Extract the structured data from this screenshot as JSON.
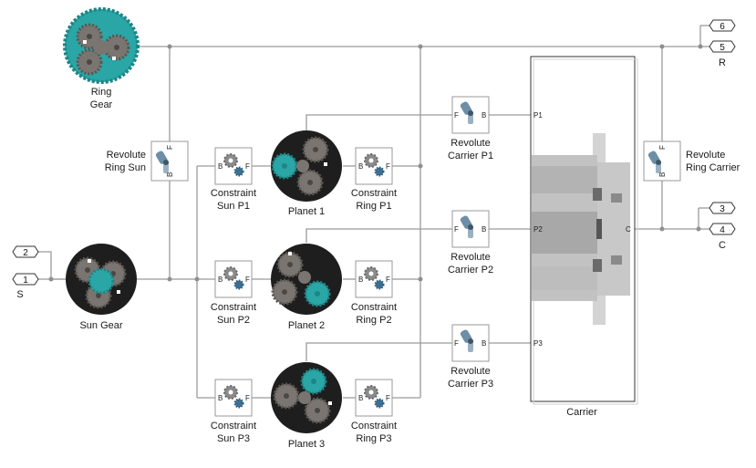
{
  "diagram": {
    "blocks": {
      "ring_gear": {
        "label_line1": "Ring",
        "label_line2": "Gear"
      },
      "sun_gear": {
        "label": "Sun Gear"
      },
      "planet_1": {
        "label": "Planet 1"
      },
      "planet_2": {
        "label": "Planet 2"
      },
      "planet_3": {
        "label": "Planet 3"
      },
      "rev_ring_sun": {
        "label_line1": "Revolute",
        "label_line2": "Ring Sun",
        "port_b": "B",
        "port_f": "F"
      },
      "rev_ring_carrier": {
        "label_line1": "Revolute",
        "label_line2": "Ring Carrier",
        "port_b": "B",
        "port_f": "F"
      },
      "rev_carrier_p1": {
        "label_line1": "Revolute",
        "label_line2": "Carrier P1",
        "port_f": "F",
        "port_b": "B"
      },
      "rev_carrier_p2": {
        "label_line1": "Revolute",
        "label_line2": "Carrier P2",
        "port_f": "F",
        "port_b": "B"
      },
      "rev_carrier_p3": {
        "label_line1": "Revolute",
        "label_line2": "Carrier P3",
        "port_f": "F",
        "port_b": "B"
      },
      "con_sun_p1": {
        "label_line1": "Constraint",
        "label_line2": "Sun P1",
        "port_b": "B",
        "port_f": "F"
      },
      "con_sun_p2": {
        "label_line1": "Constraint",
        "label_line2": "Sun P2",
        "port_b": "B",
        "port_f": "F"
      },
      "con_sun_p3": {
        "label_line1": "Constraint",
        "label_line2": "Sun P3",
        "port_b": "B",
        "port_f": "F"
      },
      "con_ring_p1": {
        "label_line1": "Constraint",
        "label_line2": "Ring P1",
        "port_b": "B",
        "port_f": "F"
      },
      "con_ring_p2": {
        "label_line1": "Constraint",
        "label_line2": "Ring P2",
        "port_b": "B",
        "port_f": "F"
      },
      "con_ring_p3": {
        "label_line1": "Constraint",
        "label_line2": "Ring P3",
        "port_b": "B",
        "port_f": "F"
      },
      "carrier": {
        "label": "Carrier",
        "port_p1": "P1",
        "port_p2": "P2",
        "port_p3": "P3",
        "port_c": "C"
      }
    },
    "ports": {
      "in_1": "1",
      "in_2": "2",
      "label_s": "S",
      "out_3": "3",
      "out_4": "4",
      "label_c": "C",
      "out_5": "5",
      "out_6": "6",
      "label_r": "R"
    },
    "colors": {
      "wire": "#9a9a9a",
      "gear_teal": "#2aa6a6",
      "gear_grey": "#7a7570",
      "disk_dark": "#1e1e1e"
    },
    "icons": [
      "revolute-joint-icon",
      "gear-constraint-icon",
      "gear-disk-icon",
      "carrier-shaft-icon"
    ]
  }
}
